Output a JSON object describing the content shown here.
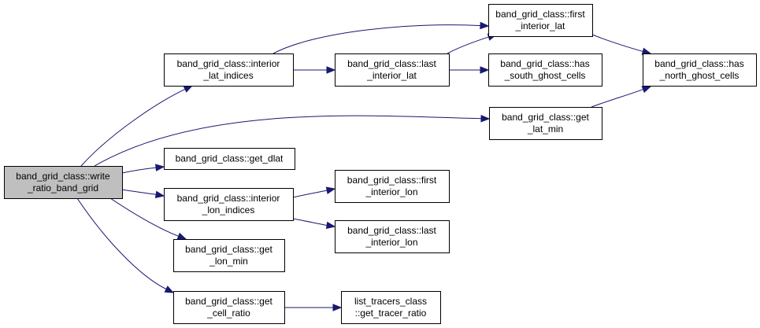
{
  "nodes": [
    {
      "id": "write_ratio_band_grid",
      "line1": "band_grid_class::write",
      "line2": "_ratio_band_grid"
    },
    {
      "id": "interior_lat_indices",
      "line1": "band_grid_class::interior",
      "line2": "_lat_indices"
    },
    {
      "id": "last_interior_lat",
      "line1": "band_grid_class::last",
      "line2": "_interior_lat"
    },
    {
      "id": "first_interior_lat",
      "line1": "band_grid_class::first",
      "line2": "_interior_lat"
    },
    {
      "id": "has_south_ghost_cells",
      "line1": "band_grid_class::has",
      "line2": "_south_ghost_cells"
    },
    {
      "id": "has_north_ghost_cells",
      "line1": "band_grid_class::has",
      "line2": "_north_ghost_cells"
    },
    {
      "id": "get_lat_min",
      "line1": "band_grid_class::get",
      "line2": "_lat_min"
    },
    {
      "id": "get_dlat",
      "line1": "band_grid_class::get_dlat",
      "line2": ""
    },
    {
      "id": "interior_lon_indices",
      "line1": "band_grid_class::interior",
      "line2": "_lon_indices"
    },
    {
      "id": "first_interior_lon",
      "line1": "band_grid_class::first",
      "line2": "_interior_lon"
    },
    {
      "id": "last_interior_lon",
      "line1": "band_grid_class::last",
      "line2": "_interior_lon"
    },
    {
      "id": "get_lon_min",
      "line1": "band_grid_class::get",
      "line2": "_lon_min"
    },
    {
      "id": "get_cell_ratio",
      "line1": "band_grid_class::get",
      "line2": "_cell_ratio"
    },
    {
      "id": "get_tracer_ratio",
      "line1": "list_tracers_class",
      "line2": "::get_tracer_ratio"
    }
  ],
  "edges": [
    {
      "from": "write_ratio_band_grid",
      "to": "interior_lat_indices"
    },
    {
      "from": "write_ratio_band_grid",
      "to": "get_lat_min"
    },
    {
      "from": "write_ratio_band_grid",
      "to": "get_dlat"
    },
    {
      "from": "write_ratio_band_grid",
      "to": "interior_lon_indices"
    },
    {
      "from": "write_ratio_band_grid",
      "to": "get_lon_min"
    },
    {
      "from": "write_ratio_band_grid",
      "to": "get_cell_ratio"
    },
    {
      "from": "interior_lat_indices",
      "to": "first_interior_lat"
    },
    {
      "from": "interior_lat_indices",
      "to": "last_interior_lat"
    },
    {
      "from": "last_interior_lat",
      "to": "first_interior_lat"
    },
    {
      "from": "last_interior_lat",
      "to": "has_south_ghost_cells"
    },
    {
      "from": "first_interior_lat",
      "to": "has_north_ghost_cells"
    },
    {
      "from": "get_lat_min",
      "to": "has_north_ghost_cells"
    },
    {
      "from": "interior_lon_indices",
      "to": "first_interior_lon"
    },
    {
      "from": "interior_lon_indices",
      "to": "last_interior_lon"
    },
    {
      "from": "get_cell_ratio",
      "to": "get_tracer_ratio"
    }
  ]
}
